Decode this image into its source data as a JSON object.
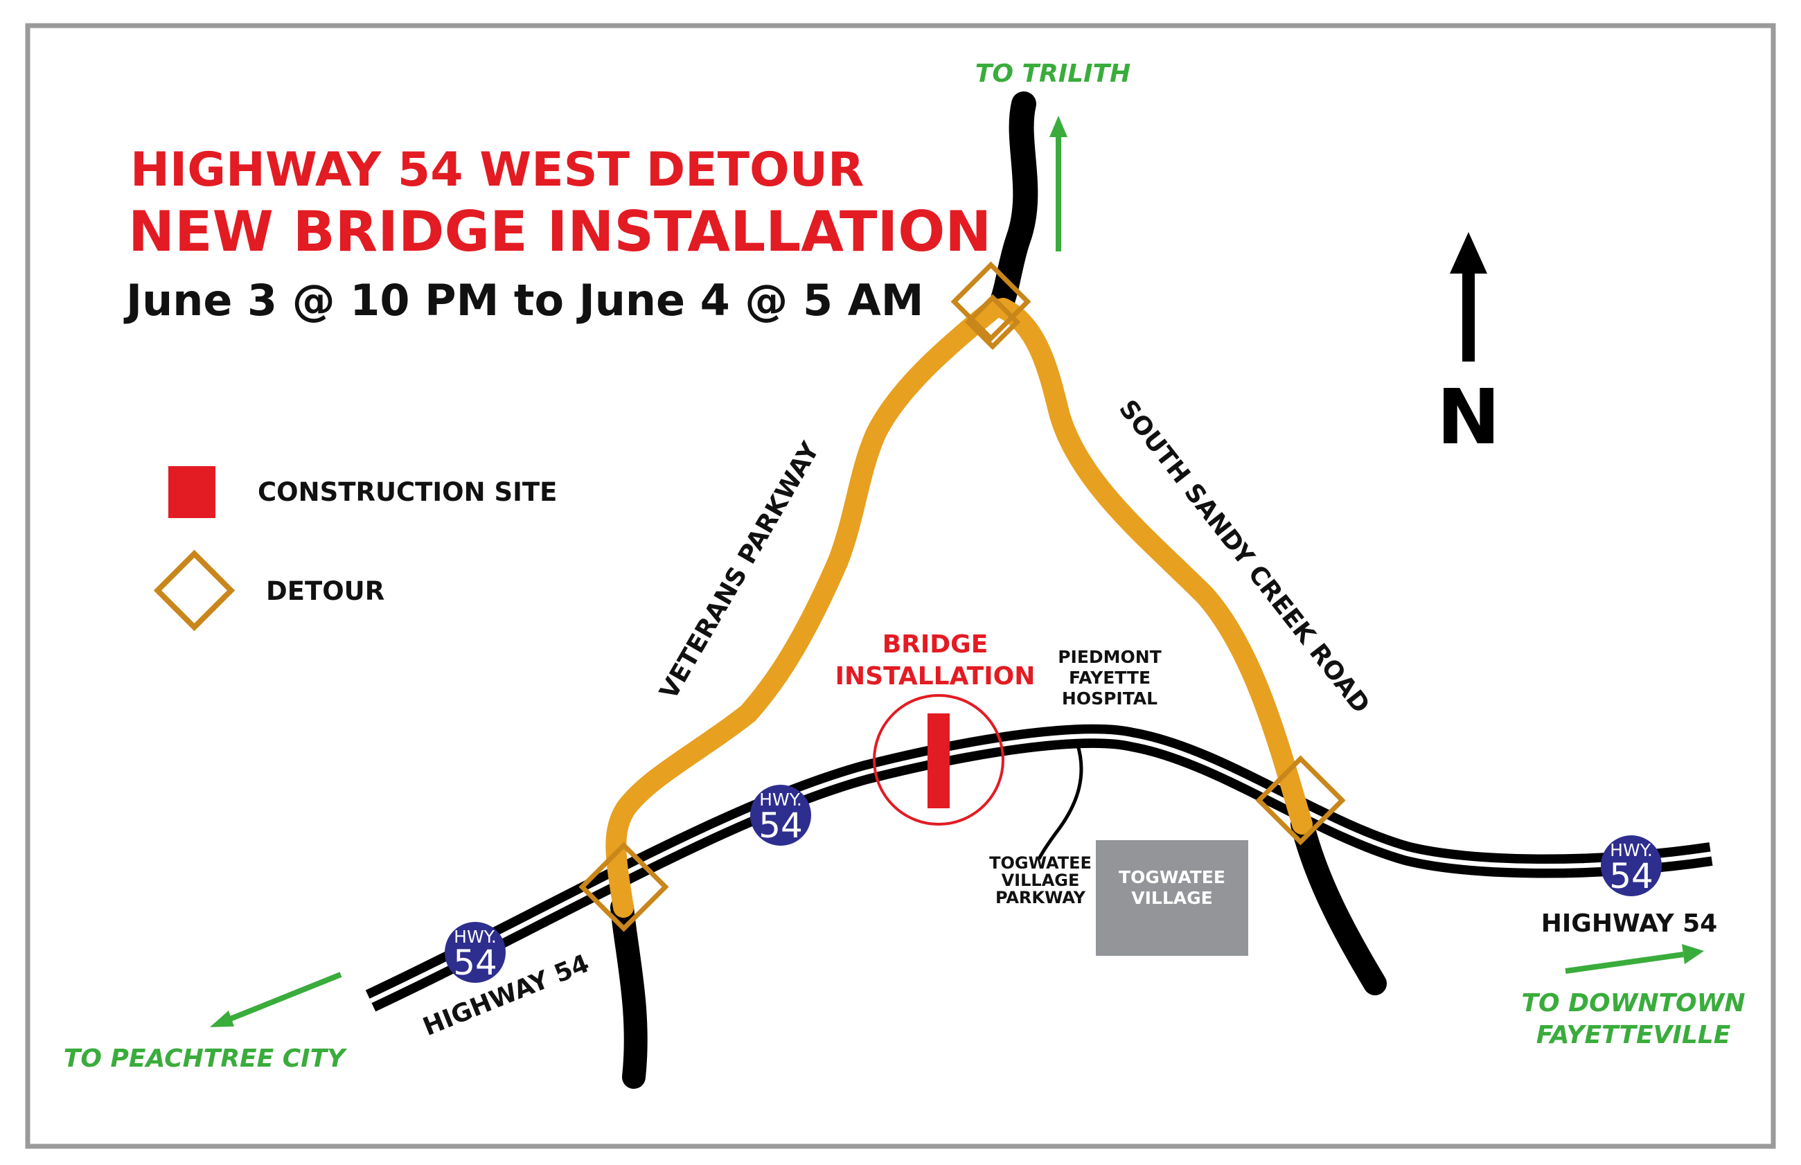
{
  "title": {
    "line1": "HIGHWAY 54 WEST DETOUR",
    "line2": "NEW BRIDGE INSTALLATION",
    "line3": "June 3 @ 10 PM to June 4 @ 5 AM"
  },
  "legend": {
    "construction_label": "CONSTRUCTION SITE",
    "detour_label": "DETOUR"
  },
  "north": {
    "label": "N"
  },
  "roads": {
    "veterans": "VETERANS PARKWAY",
    "sandy_creek": "SOUTH SANDY CREEK ROAD",
    "hwy54_left": "HIGHWAY 54",
    "hwy54_right": "HIGHWAY 54",
    "togwatee_pkwy": [
      "TOGWATEE",
      "VILLAGE",
      "PARKWAY"
    ]
  },
  "shields": {
    "top": "HWY.",
    "number": "54"
  },
  "places": {
    "hospital": [
      "PIEDMONT",
      "FAYETTE",
      "HOSPITAL"
    ],
    "village": [
      "TOGWATEE",
      "VILLAGE"
    ]
  },
  "bridge": [
    "BRIDGE",
    "INSTALLATION"
  ],
  "destinations": {
    "north": "TO TRILITH",
    "west": "TO PEACHTREE CITY",
    "east": [
      "TO DOWNTOWN",
      "FAYETTEVILLE"
    ]
  },
  "colors": {
    "detour": "#e8a020",
    "construction": "#e31b23",
    "destination_arrow": "#3aac3c",
    "shield": "#2e2e8f",
    "village_box": "#939598",
    "frame": "#9a9a9a"
  }
}
